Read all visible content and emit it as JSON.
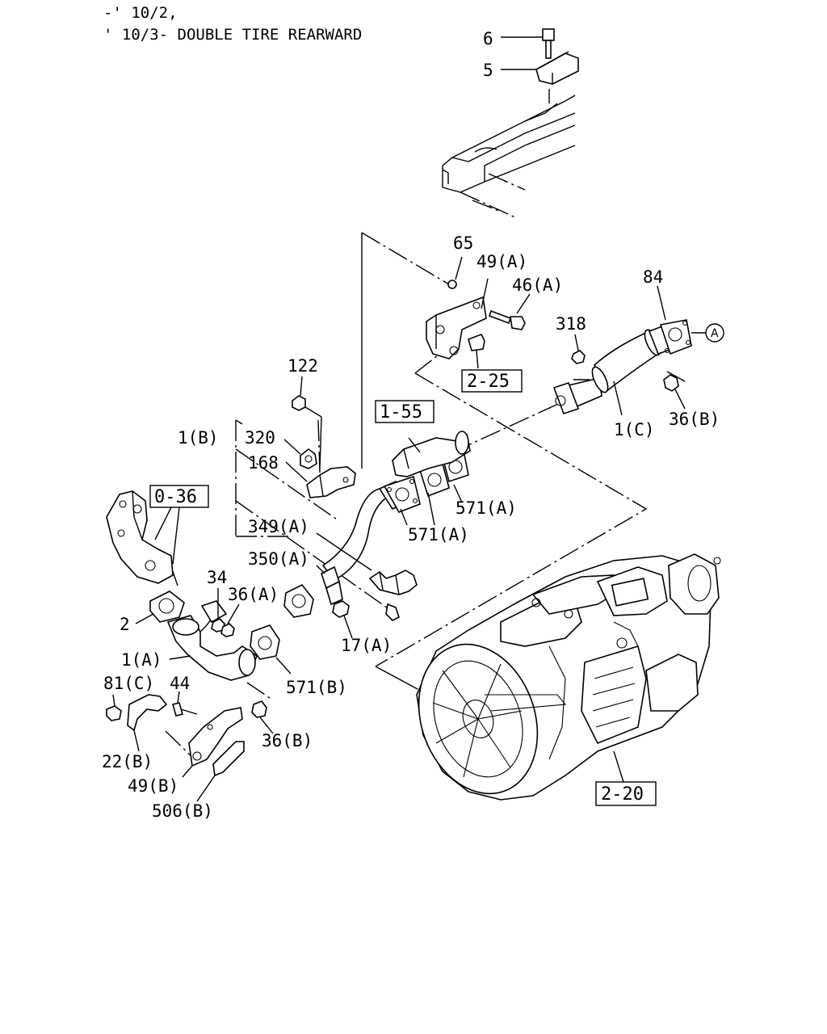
{
  "header": {
    "line1": "-' 10/2,",
    "line2": "' 10/3- DOUBLE TIRE REARWARD"
  },
  "callouts": {
    "c6": "6",
    "c5": "5",
    "c65": "65",
    "c49a": "49(A)",
    "c46a": "46(A)",
    "c84": "84",
    "c318": "318",
    "c122": "122",
    "c1c": "1(C)",
    "c36b_top": "36(B)",
    "c1b": "1(B)",
    "c320": "320",
    "c168": "168",
    "c571a_1": "571(A)",
    "c571a_2": "571(A)",
    "c349a": "349(A)",
    "c350a": "350(A)",
    "c34": "34",
    "c36a": "36(A)",
    "c2": "2",
    "c1a": "1(A)",
    "c17a": "17(A)",
    "c571b": "571(B)",
    "c81c": "81(C)",
    "c44": "44",
    "c36b_bot": "36(B)",
    "c22b": "22(B)",
    "c49b": "49(B)",
    "c506b": "506(B)"
  },
  "references": {
    "r225": "2-25",
    "r155": "1-55",
    "r036": "0-36",
    "r220": "2-20"
  },
  "marker": {
    "a": "A"
  }
}
